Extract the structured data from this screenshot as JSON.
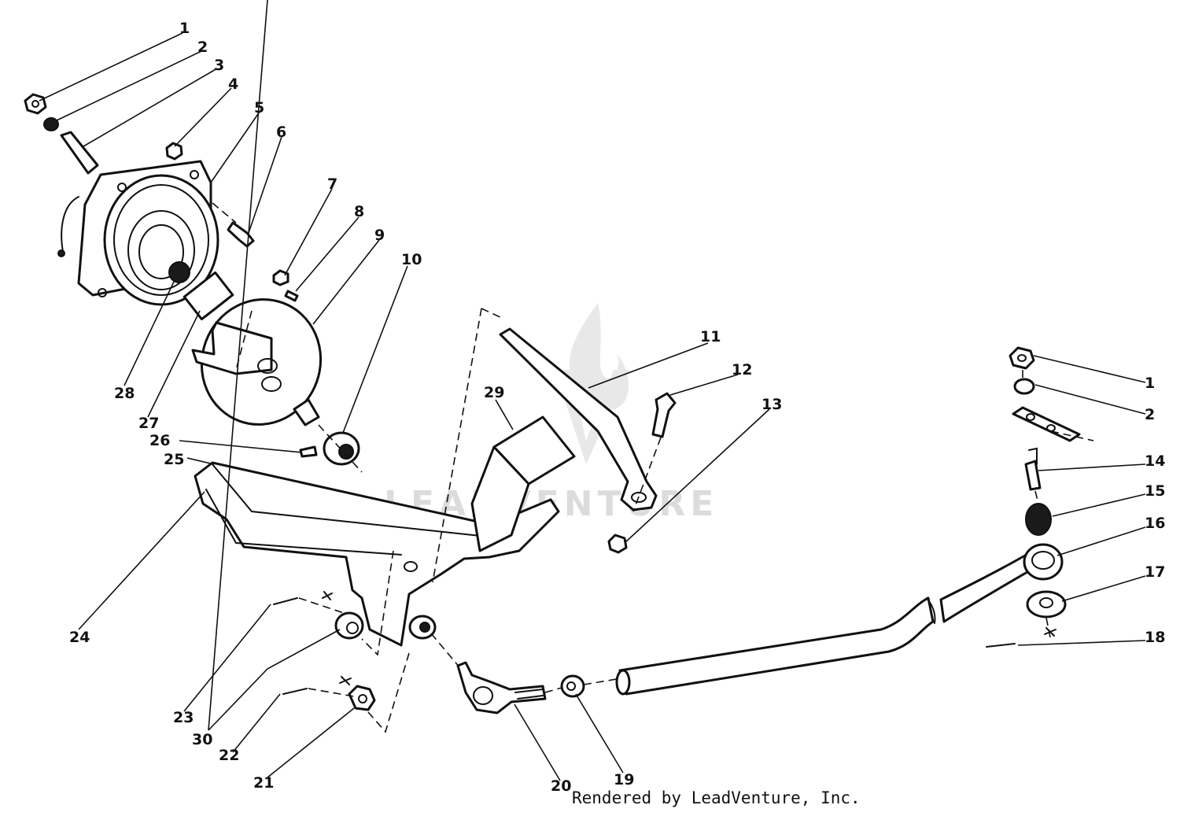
{
  "watermark": {
    "text": "LEADVENTURE"
  },
  "credit": "Rendered by LeadVenture, Inc.",
  "callouts": [
    {
      "id": "c1",
      "label": "1"
    },
    {
      "id": "c2",
      "label": "2"
    },
    {
      "id": "c3",
      "label": "3"
    },
    {
      "id": "c4",
      "label": "4"
    },
    {
      "id": "c5",
      "label": "5"
    },
    {
      "id": "c6",
      "label": "6"
    },
    {
      "id": "c7",
      "label": "7"
    },
    {
      "id": "c8",
      "label": "8"
    },
    {
      "id": "c9",
      "label": "9"
    },
    {
      "id": "c10",
      "label": "10"
    },
    {
      "id": "c11",
      "label": "11"
    },
    {
      "id": "c12",
      "label": "12"
    },
    {
      "id": "c13",
      "label": "13"
    },
    {
      "id": "c1b",
      "label": "1"
    },
    {
      "id": "c2b",
      "label": "2"
    },
    {
      "id": "c14",
      "label": "14"
    },
    {
      "id": "c15",
      "label": "15"
    },
    {
      "id": "c16",
      "label": "16"
    },
    {
      "id": "c17",
      "label": "17"
    },
    {
      "id": "c18",
      "label": "18"
    },
    {
      "id": "c19",
      "label": "19"
    },
    {
      "id": "c20",
      "label": "20"
    },
    {
      "id": "c21",
      "label": "21"
    },
    {
      "id": "c22",
      "label": "22"
    },
    {
      "id": "c23",
      "label": "23"
    },
    {
      "id": "c24",
      "label": "24"
    },
    {
      "id": "c25",
      "label": "25"
    },
    {
      "id": "c26",
      "label": "26"
    },
    {
      "id": "c27",
      "label": "27"
    },
    {
      "id": "c28",
      "label": "28"
    },
    {
      "id": "c29",
      "label": "29"
    },
    {
      "id": "c30",
      "label": "30"
    }
  ]
}
